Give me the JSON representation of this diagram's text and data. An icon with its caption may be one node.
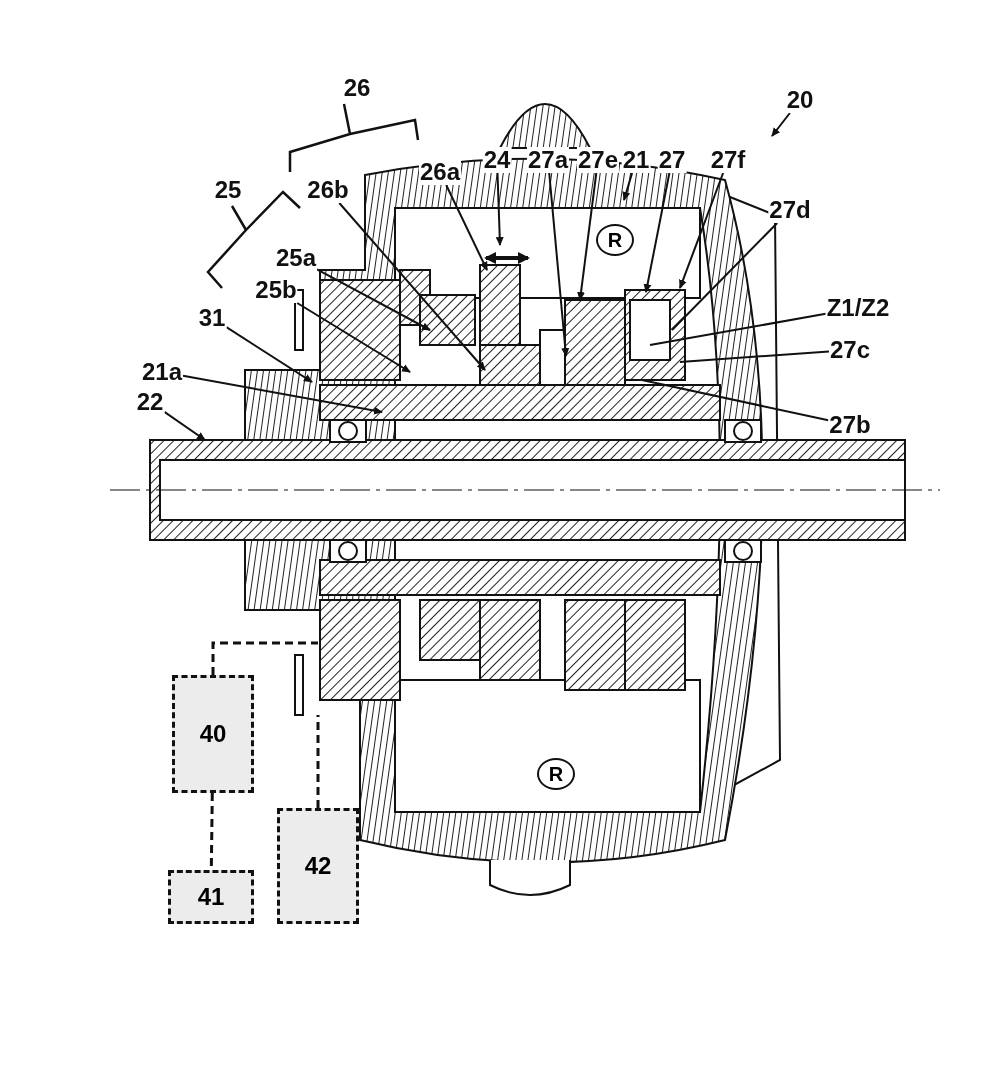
{
  "diagram": {
    "nodes": [
      {
        "text": [
          "20"
        ]
      },
      {
        "text": [
          "24"
        ]
      },
      {
        "text": [
          "27a"
        ]
      },
      {
        "text": [
          "27e"
        ]
      },
      {
        "text": [
          "21"
        ]
      },
      {
        "text": [
          "27"
        ]
      },
      {
        "text": [
          "27f"
        ]
      },
      {
        "text": [
          "26a"
        ]
      },
      {
        "text": [
          "26b"
        ]
      },
      {
        "text": [
          "27d"
        ]
      },
      {
        "text": [
          "25a"
        ]
      },
      {
        "text": [
          "25b"
        ]
      },
      {
        "text": [
          "Z1/Z2"
        ]
      },
      {
        "text": [
          "31"
        ]
      },
      {
        "text": [
          "27c"
        ]
      },
      {
        "text": [
          "21a"
        ]
      },
      {
        "text": [
          "27b"
        ]
      },
      {
        "text": [
          "22"
        ]
      },
      {
        "text": [
          "R"
        ]
      },
      {
        "text": [
          "R"
        ]
      },
      {
        "text": [
          "40"
        ]
      },
      {
        "text": [
          "41"
        ]
      },
      {
        "text": [
          "42"
        ]
      },
      {
        "text": [
          "26"
        ]
      },
      {
        "text": [
          "25"
        ]
      }
    ],
    "edges": [
      {
        "from": 0,
        "to": null,
        "arrow": "to"
      },
      {
        "from": 1,
        "to": null,
        "arrow": "to"
      },
      {
        "from": 2,
        "to": null,
        "arrow": "to"
      },
      {
        "from": 3,
        "to": null,
        "arrow": "to"
      },
      {
        "from": 4,
        "to": null,
        "arrow": "to"
      },
      {
        "from": 5,
        "to": null,
        "arrow": "to"
      },
      {
        "from": 6,
        "to": null,
        "arrow": "to"
      },
      {
        "from": 7,
        "to": null,
        "arrow": "to"
      },
      {
        "from": 8,
        "to": null,
        "arrow": "to"
      },
      {
        "from": 9,
        "to": null,
        "arrow": "none"
      },
      {
        "from": 10,
        "to": null,
        "arrow": "to"
      },
      {
        "from": 11,
        "to": null,
        "arrow": "to"
      },
      {
        "from": 12,
        "to": null,
        "arrow": "none"
      },
      {
        "from": 13,
        "to": null,
        "arrow": "to"
      },
      {
        "from": 14,
        "to": null,
        "arrow": "none"
      },
      {
        "from": 15,
        "to": null,
        "arrow": "to"
      },
      {
        "from": 16,
        "to": null,
        "arrow": "none"
      },
      {
        "from": 17,
        "to": null,
        "arrow": "to"
      },
      {
        "from": 20,
        "to": 21,
        "arrow": "none",
        "style": "dashed"
      },
      {
        "from": 20,
        "to": null,
        "arrow": "none",
        "style": "dashed"
      },
      {
        "from": 22,
        "to": null,
        "arrow": "none",
        "style": "dashed"
      }
    ]
  }
}
